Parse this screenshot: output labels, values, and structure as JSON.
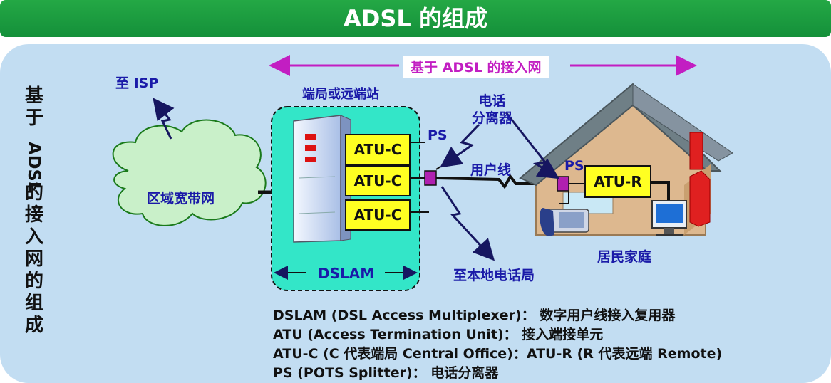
{
  "title": "ADSL 的组成",
  "side_label": [
    "基",
    "于",
    "ADSL",
    "的",
    "接",
    "入",
    "网",
    "的",
    "组",
    "成"
  ],
  "network_span_label": "基于 ADSL 的接入网",
  "isp_label": "至 ISP",
  "cloud_label": "区域宽带网",
  "central_office_label": "端局或远端站",
  "dslam_label": "DSLAM",
  "atu_c": [
    "ATU-C",
    "ATU-C",
    "ATU-C"
  ],
  "ps_label_office": "PS",
  "splitter_label": "电话\n分离器",
  "line_label": "用户线",
  "ps_label_home": "PS",
  "atu_r_label": "ATU-R",
  "local_exchange_label": "至本地电话局",
  "home_label": "居民家庭",
  "legend": [
    "DSLAM (DSL Access Multiplexer)： 数字用户线接入复用器",
    "ATU (Access Termination Unit)： 接入端接单元",
    "ATU-C (C 代表端局 Central Office)：ATU-R (R 代表远端 Remote)",
    "PS (POTS Splitter)： 电话分离器"
  ],
  "colors": {
    "title_bg": "#1a9e40",
    "panel_bg": "#c2ddf2",
    "atu_fill": "#ffff22",
    "dslam_zone": "#33e6c8",
    "arrow_magenta": "#c21ec2",
    "label_blue": "#1a1aa8"
  }
}
